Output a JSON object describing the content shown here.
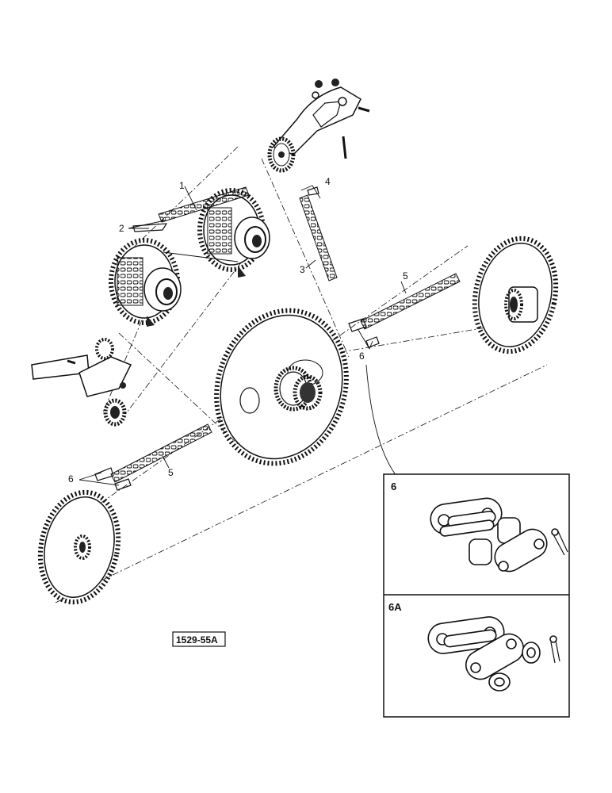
{
  "callouts": {
    "c1": "1",
    "c2": "2",
    "c3": "3",
    "c4": "4",
    "c5_upper": "5",
    "c5_lower": "5",
    "c6_center": "6",
    "c6_left": "6"
  },
  "insets": {
    "connecting_link_label": "6",
    "offset_link_label": "6A"
  },
  "figure_id": "1529-55A",
  "colors": {
    "ink": "#111111",
    "paper": "#ffffff"
  }
}
